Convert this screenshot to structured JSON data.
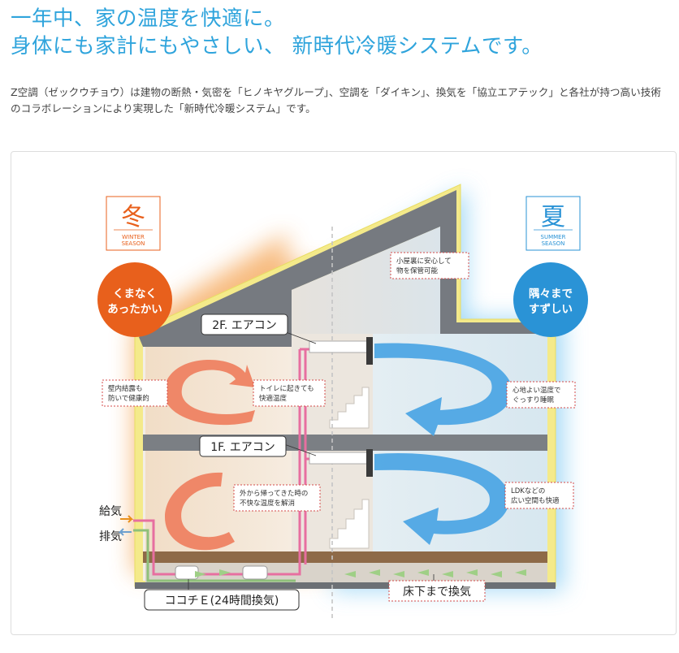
{
  "header": {
    "line1": "一年中、家の温度を快適に。",
    "line2": "身体にも家計にもやさしい、 新時代冷暖システムです。"
  },
  "intro": {
    "text": "Z空調（ゼックウチョウ）は建物の断熱・気密を「ヒノキヤグループ」、空調を「ダイキン」、換気を「協立エアテック」と各社が持つ高い技術のコラボレーションにより実現した「新時代冷暖システム」です。"
  },
  "diagram": {
    "winter": {
      "kanji": "冬",
      "sub1": "WINTER",
      "sub2": "SEASON",
      "bubble1": "くまなく",
      "bubble2": "あったかい"
    },
    "summer": {
      "kanji": "夏",
      "sub1": "SUMMER",
      "sub2": "SEASON",
      "bubble1": "隅々まで",
      "bubble2": "すずしい"
    },
    "labels": {
      "ac_2f": "2F. エアコン",
      "ac_1f": "1F. エアコン",
      "supply": "給気",
      "exhaust": "排気",
      "ventilation_unit": "ココチＥ(24時間換気)",
      "underfloor": "床下まで換気"
    },
    "notes": {
      "attic1": "小屋裏に安心して",
      "attic2": "物を保管可能",
      "wall1": "壁内結露も",
      "wall2": "防いで健康的",
      "toilet1": "トイレに起きても",
      "toilet2": "快適温度",
      "sleep1": "心地よい温度で",
      "sleep2": "ぐっすり睡眠",
      "outside1": "外から帰ってきた時の",
      "outside2": "不快な温度を解消",
      "ldk1": "LDKなどの",
      "ldk2": "広い空間も快適"
    },
    "colors": {
      "heading": "#2fa4dc",
      "winter": "#e8601c",
      "summer": "#2a93d6",
      "warm_arrow": "#ee8262",
      "cool_arrow": "#4ea7e4",
      "roof": "#767a80",
      "insulation": "#f4ea8a",
      "pipe": "#e76fa0"
    }
  }
}
